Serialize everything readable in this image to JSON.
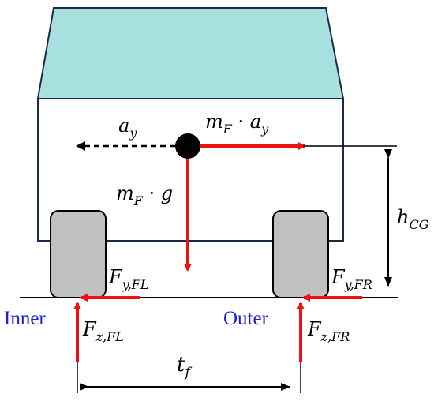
{
  "colors": {
    "roof": "#a8e0e0",
    "body": "#ffffff",
    "outline": "#1a2a4a",
    "tire": "#c0c0c0",
    "force": "#ee1111",
    "label_blue": "#1f1fd0",
    "text": "#000000"
  },
  "labels": {
    "ay": {
      "main": "a",
      "sub": "y"
    },
    "inertial": {
      "pre": "m",
      "pre_sub": "F",
      "dot": " · ",
      "main": "a",
      "sub": "y"
    },
    "weight": {
      "pre": "m",
      "pre_sub": "F",
      "dot": " · ",
      "main": "g"
    },
    "hcg": {
      "main": "h",
      "sub": "CG"
    },
    "fy_fl": {
      "main": "F",
      "sub": "y,FL"
    },
    "fy_fr": {
      "main": "F",
      "sub": "y,FR"
    },
    "fz_fl": {
      "main": "F",
      "sub": "z,FL"
    },
    "fz_fr": {
      "main": "F",
      "sub": "z,FR"
    },
    "tf": {
      "main": "t",
      "sub": "f"
    },
    "inner": "Inner",
    "outer": "Outer"
  }
}
